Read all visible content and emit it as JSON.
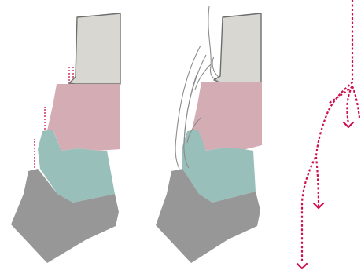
{
  "diagram": {
    "panels": [
      {
        "name": "stacked-segments-with-dashed-guides"
      },
      {
        "name": "stacked-segments-with-outline-strands"
      },
      {
        "name": "dashed-branching-arrows"
      }
    ],
    "colors": {
      "top_segment": "#d8d7d2",
      "upper_segment": "#d4adb4",
      "middle_segment": "#99bfbb",
      "base_segment": "#979797",
      "outline_stroke": "#6e6e6e",
      "strand_stroke": "#8c8c8c",
      "guide_dash": "#c8144c",
      "arrow_dash": "#d0104c"
    }
  }
}
